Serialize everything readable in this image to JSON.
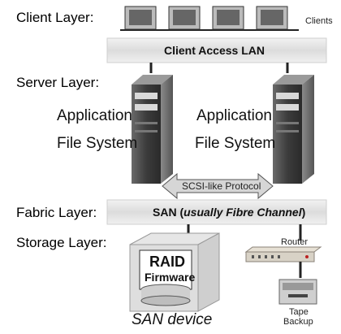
{
  "layers": {
    "client": "Client Layer:",
    "server": "Server Layer:",
    "fabric": "Fabric Layer:",
    "storage": "Storage Layer:"
  },
  "clients_label": "Clients",
  "client_lan": "Client Access LAN",
  "servers": [
    {
      "line1": "Application",
      "line2": "File System"
    },
    {
      "line1": "Application",
      "line2": "File System"
    }
  ],
  "protocol": "SCSI-like Protocol",
  "san": {
    "prefix": "SAN (",
    "emph": "usually Fibre Channel",
    "suffix": ")"
  },
  "raid": {
    "line1": "RAID",
    "line2": "Firmware"
  },
  "san_device": "SAN device",
  "router": "Router",
  "tape": {
    "line1": "Tape",
    "line2": "Backup"
  },
  "colors": {
    "band": "#e2e2e2",
    "server": "#4a4a4a",
    "arrow": "#d8d8d8"
  }
}
